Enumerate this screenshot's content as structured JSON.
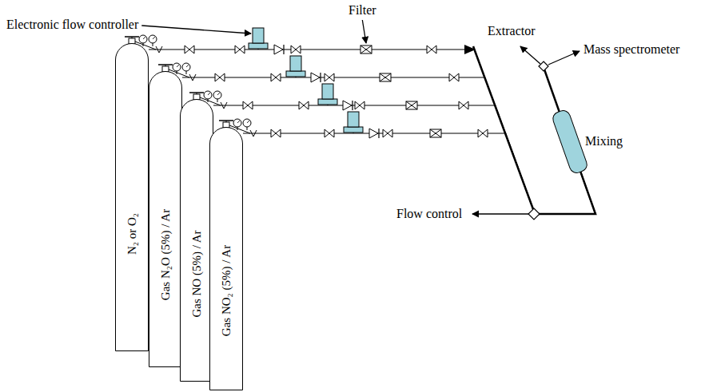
{
  "diagram": {
    "nodes": [
      {
        "text": [
          "N₂ or O₂"
        ]
      },
      {
        "text": [
          "Gas N₂O (5%) / Ar"
        ]
      },
      {
        "text": [
          "Gas NO (5%) / Ar"
        ]
      },
      {
        "text": [
          "Gas NO₂ (5%) / Ar"
        ]
      },
      {
        "text": [
          "Mixing"
        ]
      }
    ],
    "edges": [
      {
        "from": 0,
        "to": 4,
        "arrow": "none"
      },
      {
        "from": 1,
        "to": 4,
        "arrow": "none"
      },
      {
        "from": 2,
        "to": 4,
        "arrow": "none"
      },
      {
        "from": 3,
        "to": 4,
        "arrow": "none"
      }
    ],
    "labels": [
      "Electronic flow controller",
      "Filter",
      "Extractor",
      "Mass spectrometer",
      "Flow control"
    ]
  }
}
